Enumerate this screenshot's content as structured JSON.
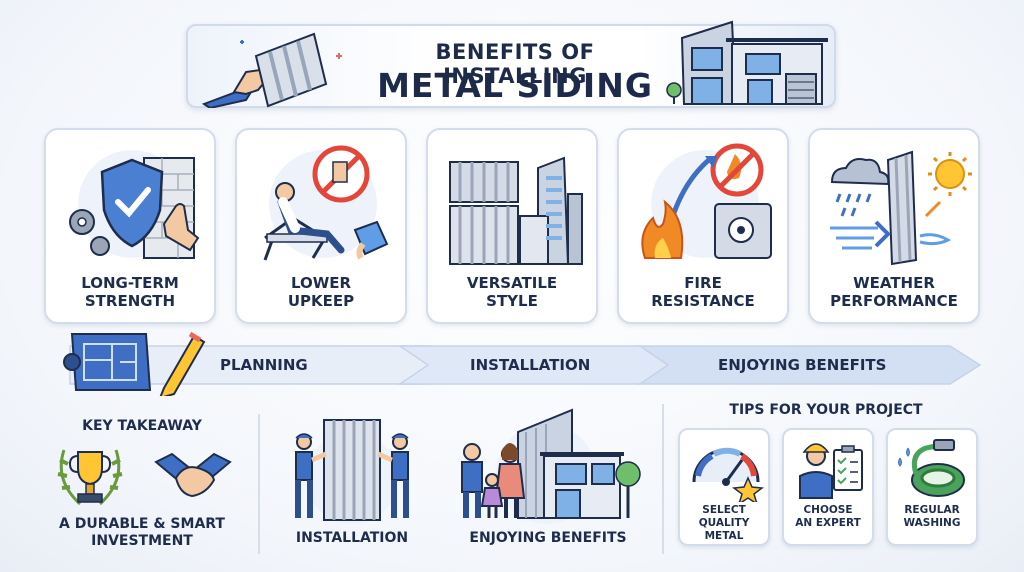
{
  "title": {
    "line1": "BENEFITS OF INSTALLING",
    "line2": "METAL SIDING"
  },
  "benefits": [
    {
      "label": "LONG-TERM\nSTRENGTH",
      "icon": "shield-wall-icon"
    },
    {
      "label": "LOWER\nUPKEEP",
      "icon": "relaxing-person-icon"
    },
    {
      "label": "VERSATILE\nSTYLE",
      "icon": "metal-panels-building-icon"
    },
    {
      "label": "FIRE\nRESISTANCE",
      "icon": "fire-safe-icon"
    },
    {
      "label": "WEATHER\nPERFORMANCE",
      "icon": "weather-icon"
    }
  ],
  "process": {
    "steps": [
      "PLANNING",
      "INSTALLATION",
      "ENJOYING BENEFITS"
    ]
  },
  "key_takeaway": {
    "heading": "KEY TAKEAWAY",
    "text": "A DURABLE & SMART\nINVESTMENT"
  },
  "stages": [
    {
      "label": "INSTALLATION"
    },
    {
      "label": "ENJOYING BENEFITS"
    }
  ],
  "tips": {
    "heading": "TIPS FOR YOUR PROJECT",
    "items": [
      {
        "label": "SELECT\nQUALITY\nMETAL",
        "icon": "gauge-star-icon"
      },
      {
        "label": "CHOOSE\nAN EXPERT",
        "icon": "worker-checklist-icon"
      },
      {
        "label": "REGULAR\nWASHING",
        "icon": "hose-icon"
      }
    ]
  },
  "colors": {
    "navy": "#1f2d4d",
    "accent_blue": "#3f6fc4",
    "arrow_fill": "#dbe6f6",
    "fire": "#f08a24",
    "no_sign": "#e4463a"
  }
}
